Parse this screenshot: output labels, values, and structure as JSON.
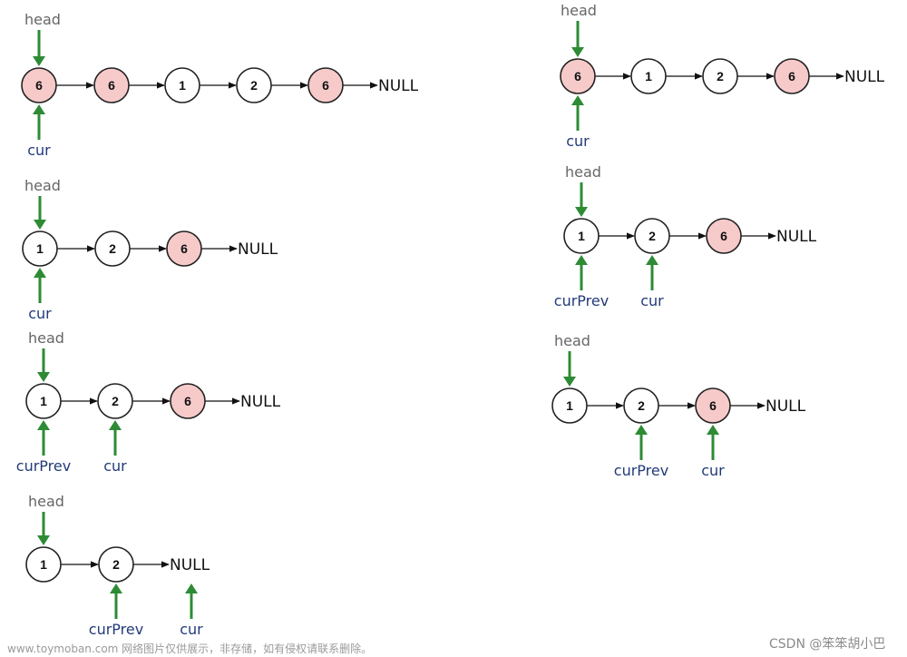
{
  "colors": {
    "removed_fill": "#f7caca",
    "normal_fill": "#ffffff",
    "arrow_green": "#2e8b35",
    "head_label": "#666666",
    "pointer_label": "#233a7a"
  },
  "labels": {
    "head": "head",
    "cur": "cur",
    "curPrev": "curPrev",
    "null": "NULL"
  },
  "icons": {
    "pointer": "green-up-down-arrow-icon",
    "link": "right-arrow-icon"
  },
  "diagrams": [
    {
      "nodes": [
        {
          "value": "6",
          "removed": true
        },
        {
          "value": "6",
          "removed": true
        },
        {
          "value": "1",
          "removed": false
        },
        {
          "value": "2",
          "removed": false
        },
        {
          "value": "6",
          "removed": true
        }
      ],
      "head": 0,
      "cur": 0,
      "curPrev": null
    },
    {
      "nodes": [
        {
          "value": "1",
          "removed": false
        },
        {
          "value": "2",
          "removed": false
        },
        {
          "value": "6",
          "removed": true
        }
      ],
      "head": 0,
      "cur": 0,
      "curPrev": null
    },
    {
      "nodes": [
        {
          "value": "1",
          "removed": false
        },
        {
          "value": "2",
          "removed": false
        },
        {
          "value": "6",
          "removed": true
        }
      ],
      "head": 0,
      "cur": 1,
      "curPrev": 0
    },
    {
      "nodes": [
        {
          "value": "1",
          "removed": false
        },
        {
          "value": "2",
          "removed": false
        }
      ],
      "head": 0,
      "cur": "null",
      "curPrev": 1
    },
    {
      "nodes": [
        {
          "value": "6",
          "removed": true
        },
        {
          "value": "1",
          "removed": false
        },
        {
          "value": "2",
          "removed": false
        },
        {
          "value": "6",
          "removed": true
        }
      ],
      "head": 0,
      "cur": 0,
      "curPrev": null
    },
    {
      "nodes": [
        {
          "value": "1",
          "removed": false
        },
        {
          "value": "2",
          "removed": false
        },
        {
          "value": "6",
          "removed": true
        }
      ],
      "head": 0,
      "cur": 1,
      "curPrev": 0
    },
    {
      "nodes": [
        {
          "value": "1",
          "removed": false
        },
        {
          "value": "2",
          "removed": false
        },
        {
          "value": "6",
          "removed": true
        }
      ],
      "head": 0,
      "cur": 2,
      "curPrev": 1
    }
  ],
  "footer": {
    "left": "www.toymoban.com 网络图片仅供展示，非存储，如有侵权请联系删除。",
    "right": "CSDN @笨笨胡小巴"
  }
}
